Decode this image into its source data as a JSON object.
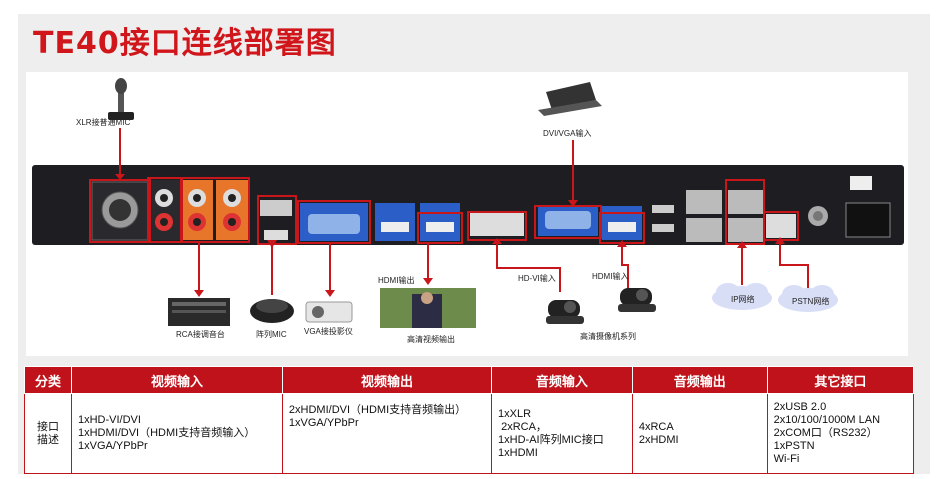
{
  "title": "TE40接口连线部署图",
  "diagram": {
    "labels": {
      "xlr_mic": "XLR接普通MIC",
      "dvi_vga_in": "DVI/VGA输入",
      "rca_mixer": "RCA接调音台",
      "array_mic": "阵列MIC",
      "projector": "VGA接投影仪",
      "hdmi_out": "HDMI输出",
      "hd_video_out": "高清视频输出",
      "hdvi_in": "HD-VI输入",
      "hdmi_in": "HDMI输入",
      "hd_camera": "高清摄像机系列",
      "ip_network": "IP网络",
      "pstn_network": "PSTN网络"
    },
    "colors": {
      "accent_red": "#c8161b",
      "port_blue": "#2b5fc7",
      "port_orange": "#e8762a"
    }
  },
  "table": {
    "headers": [
      "分类",
      "视频输入",
      "视频输出",
      "音频输入",
      "音频输出",
      "其它接口"
    ],
    "category": [
      "接口",
      "描述"
    ],
    "columns": [
      [
        "1xHD-VI/DVI",
        "1xHDMI/DVI（HDMI支持音频输入）",
        "1xVGA/YPbPr"
      ],
      [
        "2xHDMI/DVI（HDMI支持音频输出）",
        "1xVGA/YPbPr"
      ],
      [
        "1xXLR",
        " 2xRCA，",
        "1xHD-AI阵列MIC接口",
        "1xHDMI"
      ],
      [
        "4xRCA",
        "2xHDMI"
      ],
      [
        "2xUSB 2.0",
        "2x10/100/1000M LAN",
        "2xCOM口（RS232）",
        "1xPSTN",
        "Wi-Fi"
      ]
    ]
  }
}
